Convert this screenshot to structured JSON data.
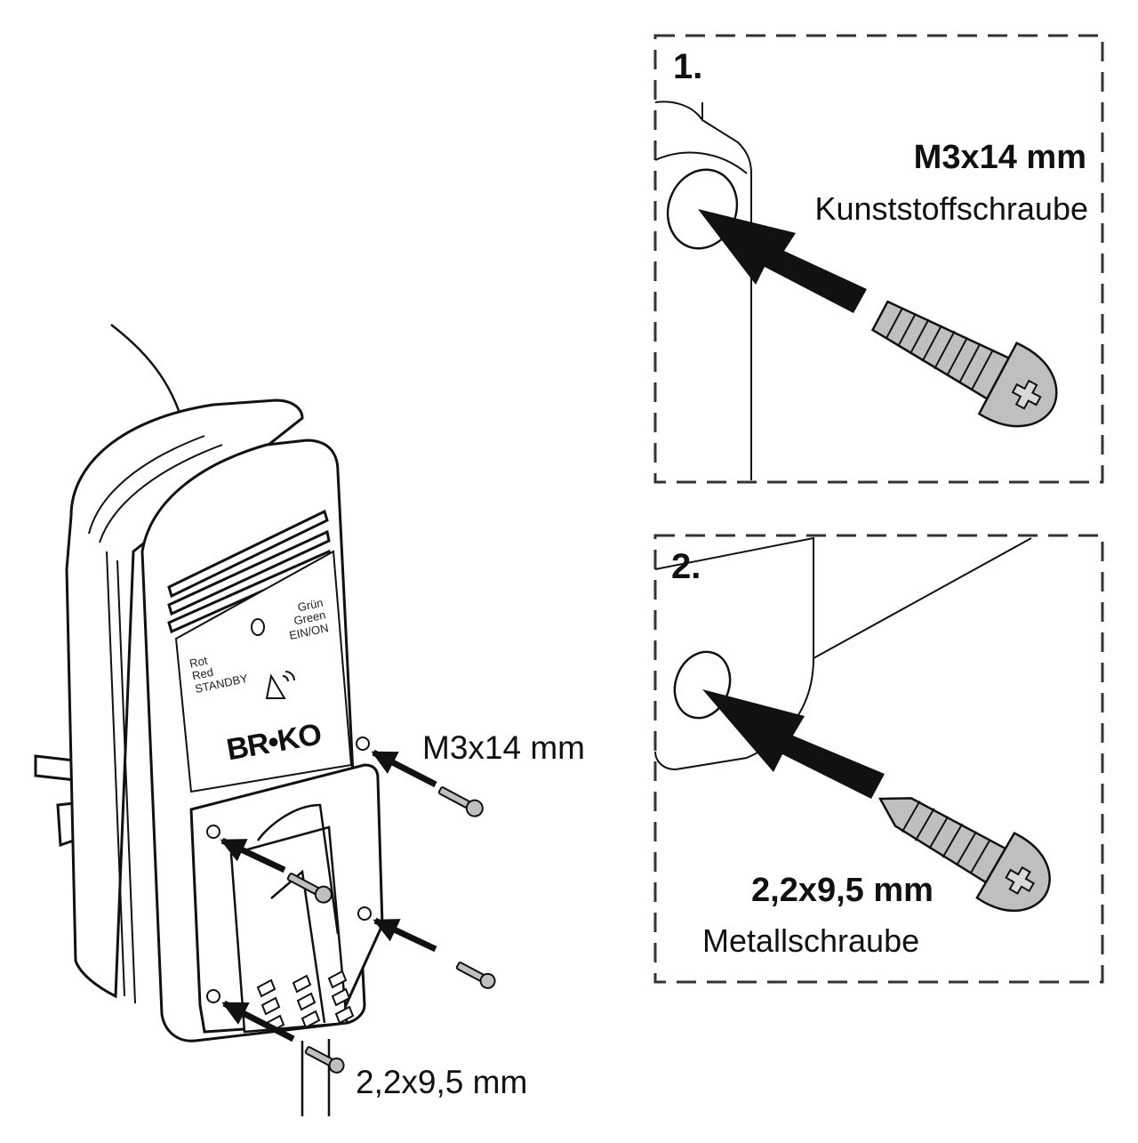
{
  "device": {
    "led_red": [
      "Rot",
      "Red",
      "STANDBY"
    ],
    "led_green": [
      "Grün",
      "Green",
      "EIN/ON"
    ],
    "logo": "BR•KO"
  },
  "callouts": {
    "top_screw": "M3x14 mm",
    "bottom_screw": "2,2x9,5 mm"
  },
  "panels": [
    {
      "step": "1.",
      "size": "M3x14 mm",
      "type": "Kunststoffschraube"
    },
    {
      "step": "2.",
      "size": "2,2x9,5 mm",
      "type": "Metallschraube"
    }
  ],
  "colors": {
    "line": "#111111",
    "screw_fill": "#bfbfbf",
    "dash": "#333333"
  }
}
